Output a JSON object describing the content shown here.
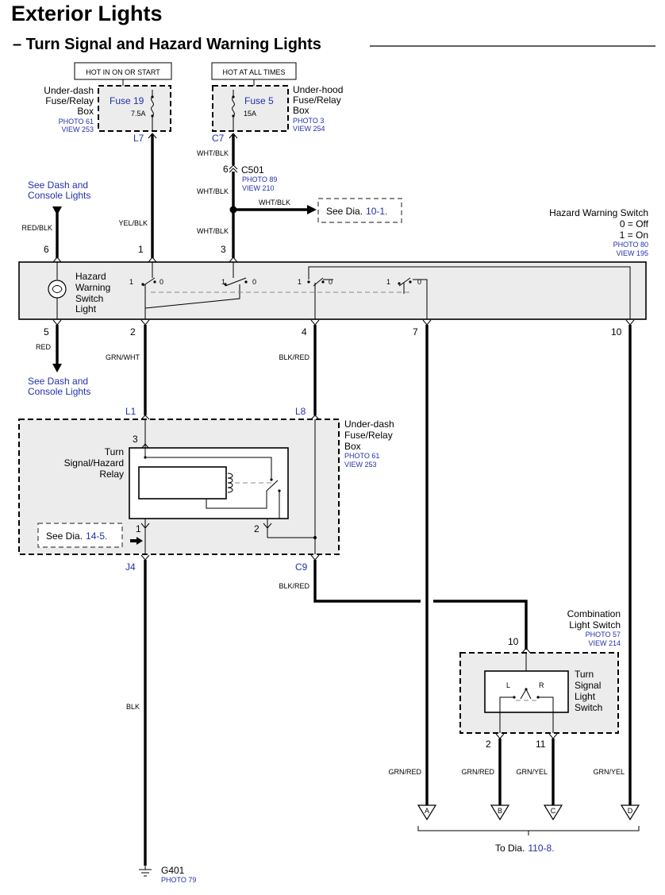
{
  "title": "Exterior Lights",
  "subtitle": "– Turn Signal and Hazard Warning Lights",
  "power": {
    "hot_on_start": "HOT IN ON OR START",
    "hot_all_times": "HOT AT ALL TIMES"
  },
  "fuse19": {
    "name": "Fuse 19",
    "rating": "7.5A",
    "box_line1": "Under-dash",
    "box_line2": "Fuse/Relay",
    "box_line3": "Box",
    "photo": "PHOTO 61",
    "view": "VIEW 253",
    "connector": "L7"
  },
  "fuse5": {
    "name": "Fuse 5",
    "rating": "15A",
    "box_line1": "Under-hood",
    "box_line2": "Fuse/Relay",
    "box_line3": "Box",
    "photo": "PHOTO 3",
    "view": "VIEW 254",
    "connector": "C7"
  },
  "c501": {
    "name": "C501",
    "pin": "6",
    "photo": "PHOTO 89",
    "view": "VIEW 210"
  },
  "dash_console_top": {
    "line1": "See Dash and",
    "line2": "Console Lights"
  },
  "dash_console_bottom": {
    "line1": "See Dash and",
    "line2": "Console Lights"
  },
  "see_dia_10_1": {
    "prefix": "See Dia.",
    "ref": "10-1."
  },
  "see_dia_14_5": {
    "prefix": "See Dia.",
    "ref": "14-5."
  },
  "hazard_switch": {
    "name": "Hazard Warning Switch",
    "off": "0 = Off",
    "on": "1 = On",
    "photo": "PHOTO 80",
    "view": "VIEW 195",
    "light_line1": "Hazard",
    "light_line2": "Warning",
    "light_line3": "Switch",
    "light_line4": "Light",
    "pos_1": "1",
    "pos_0": "0"
  },
  "relay": {
    "line1": "Turn",
    "line2": "Signal/Hazard",
    "line3": "Relay",
    "pin3": "3",
    "pin1": "1",
    "pin2": "2"
  },
  "underdash_box2": {
    "line1": "Under-dash",
    "line2": "Fuse/Relay",
    "line3": "Box",
    "photo": "PHOTO 61",
    "view": "VIEW 253",
    "conn_l1": "L1",
    "conn_l8": "L8",
    "conn_j4": "J4",
    "conn_c9": "C9"
  },
  "combo_switch": {
    "line1": "Combination",
    "line2": "Light Switch",
    "photo": "PHOTO 57",
    "view": "VIEW 214",
    "inner1": "Turn",
    "inner2": "Signal",
    "inner3": "Light",
    "inner4": "Switch",
    "left": "L",
    "right": "R",
    "pin_top": "10",
    "pin_left": "2",
    "pin_right": "11"
  },
  "switch_pins": {
    "p6": "6",
    "p1": "1",
    "p3": "3",
    "p5": "5",
    "p2": "2",
    "p4": "4",
    "p7": "7",
    "p10": "10"
  },
  "wires": {
    "red_blk": "RED/BLK",
    "yel_blk": "YEL/BLK",
    "wht_blk_1": "WHT/BLK",
    "wht_blk_2": "WHT/BLK",
    "wht_blk_3": "WHT/BLK",
    "wht_blk_4": "WHT/BLK",
    "red": "RED",
    "grn_wht": "GRN/WHT",
    "blk_red_1": "BLK/RED",
    "blk_red_2": "BLK/RED",
    "blk": "BLK",
    "grn_red_1": "GRN/RED",
    "grn_red_2": "GRN/RED",
    "grn_yel_1": "GRN/YEL",
    "grn_yel_2": "GRN/YEL"
  },
  "outputs": {
    "a": "A",
    "b": "B",
    "c": "C",
    "d": "D",
    "to_prefix": "To Dia.",
    "to_ref": "110-8."
  },
  "ground": {
    "name": "G401",
    "photo": "PHOTO 79"
  }
}
